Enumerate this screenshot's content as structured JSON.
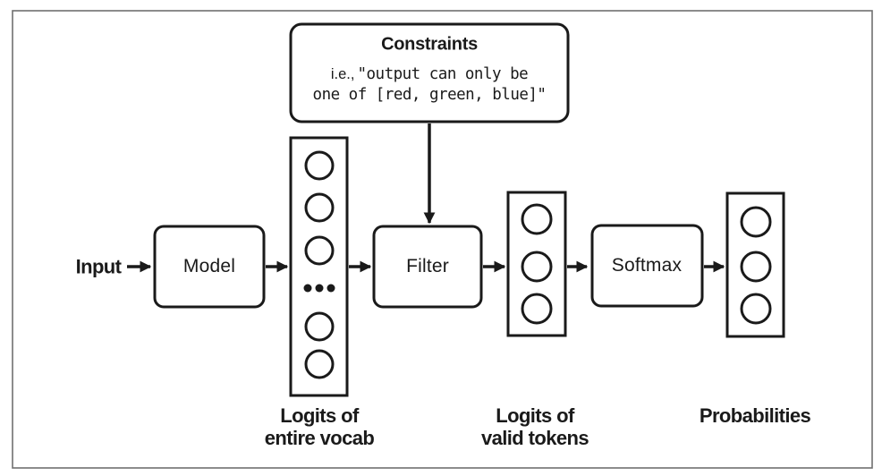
{
  "diagram": {
    "input_label": "Input",
    "constraints": {
      "title": "Constraints",
      "example_prefix": "i.e.,",
      "example_line1": "\"output can only be",
      "example_line2": "one of [red, green, blue]\""
    },
    "nodes": {
      "model": "Model",
      "filter": "Filter",
      "softmax": "Softmax"
    },
    "columns": {
      "vocab": {
        "cells": [
          "circle",
          "circle",
          "circle",
          "ellipsis",
          "circle",
          "circle"
        ],
        "label_line1": "Logits of",
        "label_line2": "entire vocab"
      },
      "valid": {
        "cells": [
          "circle",
          "circle",
          "circle"
        ],
        "label_line1": "Logits of",
        "label_line2": "valid tokens"
      },
      "probs": {
        "cells": [
          "circle",
          "circle",
          "circle"
        ],
        "label": "Probabilities"
      }
    },
    "colors": {
      "ink": "#1a1a1a",
      "frame": "#6f6f6f",
      "background": "#ffffff"
    }
  }
}
